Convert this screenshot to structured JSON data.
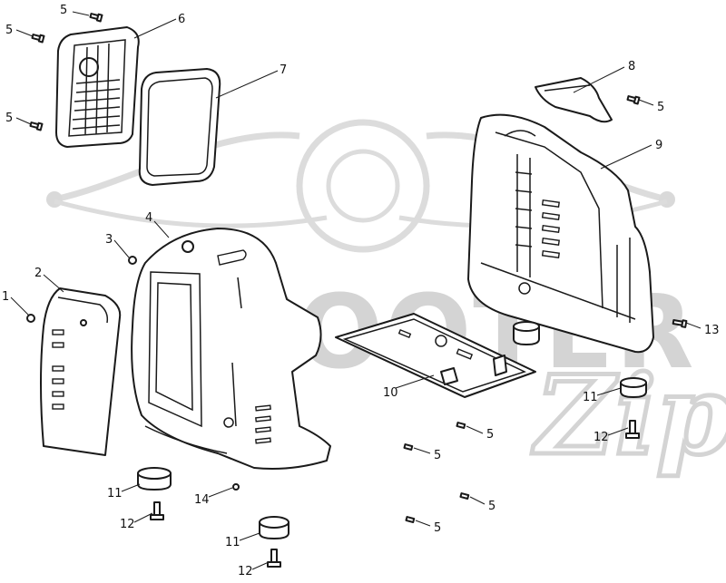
{
  "watermark": {
    "brand": "SCOOTER",
    "script": "Zip"
  },
  "callouts": [
    {
      "id": "c-5a",
      "label": "5"
    },
    {
      "id": "c-6",
      "label": "6"
    },
    {
      "id": "c-5b",
      "label": "5"
    },
    {
      "id": "c-7",
      "label": "7"
    },
    {
      "id": "c-5c",
      "label": "5"
    },
    {
      "id": "c-8",
      "label": "8"
    },
    {
      "id": "c-5d",
      "label": "5"
    },
    {
      "id": "c-9",
      "label": "9"
    },
    {
      "id": "c-4",
      "label": "4"
    },
    {
      "id": "c-3",
      "label": "3"
    },
    {
      "id": "c-2",
      "label": "2"
    },
    {
      "id": "c-1",
      "label": "1"
    },
    {
      "id": "c-13",
      "label": "13"
    },
    {
      "id": "c-10",
      "label": "10"
    },
    {
      "id": "c-11a",
      "label": "11"
    },
    {
      "id": "c-12a",
      "label": "12"
    },
    {
      "id": "c-5e",
      "label": "5"
    },
    {
      "id": "c-5f",
      "label": "5"
    },
    {
      "id": "c-5g",
      "label": "5"
    },
    {
      "id": "c-5h",
      "label": "5"
    },
    {
      "id": "c-11b",
      "label": "11"
    },
    {
      "id": "c-12b",
      "label": "12"
    },
    {
      "id": "c-14",
      "label": "14"
    },
    {
      "id": "c-11c",
      "label": "11"
    },
    {
      "id": "c-12c",
      "label": "12"
    }
  ]
}
